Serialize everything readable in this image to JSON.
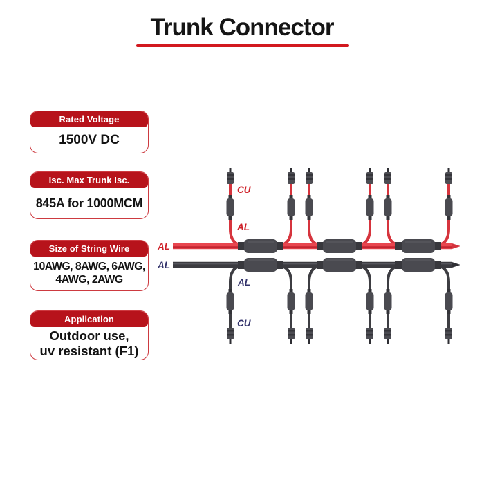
{
  "title": {
    "text": "Trunk Connector"
  },
  "cards": [
    {
      "header": "Rated Voltage",
      "body": "1500V DC"
    },
    {
      "header": "Isc. Max Trunk Isc.",
      "body": "845A for 1000MCM"
    },
    {
      "header": "Size of String Wire",
      "body": "10AWG, 8AWG, 6AWG,\n4AWG, 2AWG"
    },
    {
      "header": "Application",
      "body": "Outdoor use,\nuv resistant (F1)"
    }
  ],
  "diagram": {
    "trunk_labels": {
      "red": "AL",
      "black": "AL"
    },
    "drop_labels": {
      "red_top": "CU",
      "red_bottom": "AL",
      "black_top": "AL",
      "black_bottom": "CU"
    }
  },
  "colors": {
    "brand_red": "#b7131b",
    "underline_red": "#d2181f",
    "cable_red": "#e8464f",
    "cable_black": "#3b3b40",
    "label_red": "#cf2129",
    "label_navy": "#32326b"
  }
}
